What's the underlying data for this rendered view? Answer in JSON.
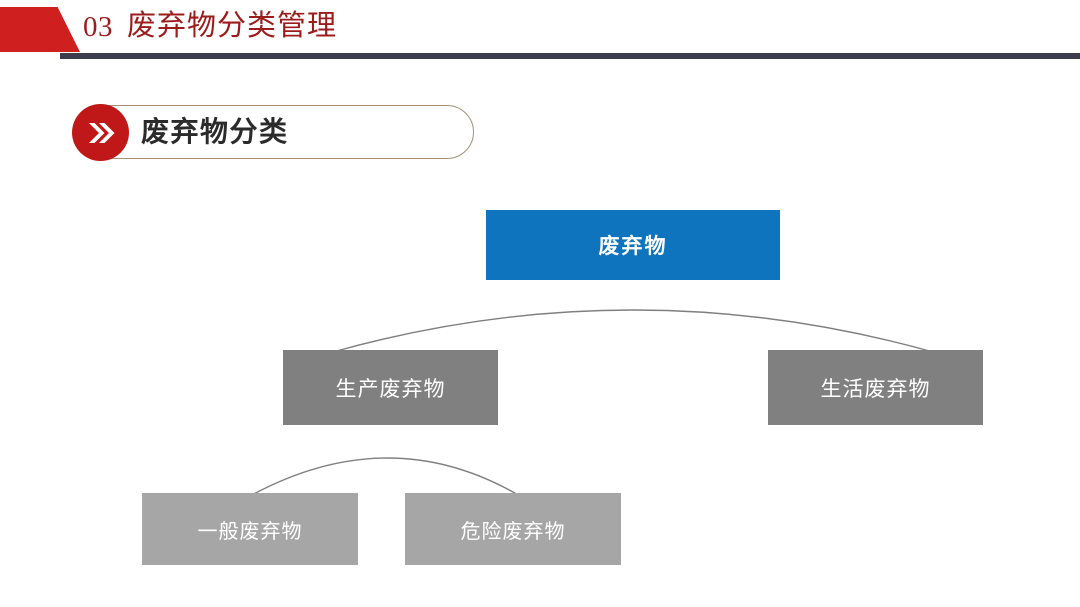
{
  "header": {
    "number": "03",
    "title": "废弃物分类管理",
    "accent_color": "#9c1c1c",
    "mark_color": "#cf1f1f",
    "rule_color": "#3c3c4c"
  },
  "section": {
    "label": "废弃物分类",
    "icon": "double-chevron-right-icon",
    "badge_color": "#c01818",
    "pill_border_color": "#a89078"
  },
  "diagram": {
    "type": "tree",
    "nodes": {
      "root": {
        "label": "废弃物",
        "color": "#0d74bd",
        "text_color": "#ffffff"
      },
      "level2": [
        {
          "label": "生产废弃物",
          "color": "#808080",
          "text_color": "#ffffff"
        },
        {
          "label": "生活废弃物",
          "color": "#808080",
          "text_color": "#ffffff"
        }
      ],
      "level3": [
        {
          "label": "一般废弃物",
          "color": "#a6a6a6",
          "text_color": "#ffffff"
        },
        {
          "label": "危险废弃物",
          "color": "#a6a6a6",
          "text_color": "#ffffff"
        }
      ]
    },
    "connector_color": "#7f7f7f"
  }
}
